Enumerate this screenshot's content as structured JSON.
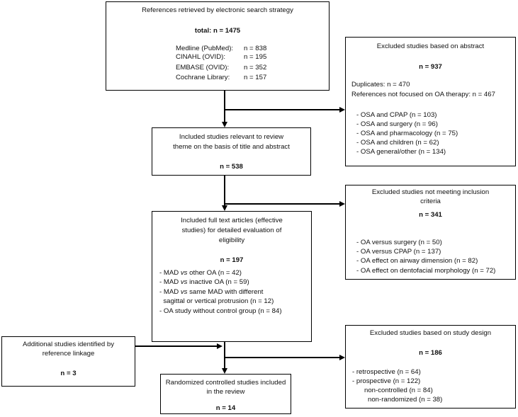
{
  "box1": {
    "title": "References retrieved by electronic search strategy",
    "total": "total: n = 1475",
    "sources": [
      {
        "name": "Medline (PubMed):",
        "n": "n = 838"
      },
      {
        "name": "CINAHL (OVID):",
        "n": "n = 195"
      },
      {
        "name": "EMBASE (OVID):",
        "n": "n = 352"
      },
      {
        "name": "Cochrane Library:",
        "n": "n = 157"
      }
    ]
  },
  "box2": {
    "line1": "Included studies relevant to review",
    "line2": "theme on the basis of title and abstract",
    "n": "n = 538"
  },
  "box3": {
    "lines": [
      "Included full text articles (effective",
      "studies) for detailed evaluation of",
      "eligibility"
    ],
    "n": "n = 197",
    "items": [
      {
        "pre": "- MAD ",
        "vs": "vs",
        "post": " other OA (n = 42)"
      },
      {
        "pre": "- MAD ",
        "vs": "vs",
        "post": " inactive OA (n = 59)"
      },
      {
        "pre": "- MAD ",
        "vs": "vs",
        "post": " same MAD with different"
      },
      {
        "pre": "  sagittal or vertical protrusion (n = 12)",
        "vs": "",
        "post": ""
      },
      {
        "pre": "- OA study without control group (n = 84)",
        "vs": "",
        "post": ""
      }
    ]
  },
  "box4": {
    "line1": "Randomized controlled studies included",
    "line2": "in the review",
    "n": "n = 14"
  },
  "add": {
    "line1": "Additional studies identified by",
    "line2": "reference linkage",
    "n": "n = 3"
  },
  "ex1": {
    "title": "Excluded studies based on abstract",
    "n": "n = 937",
    "dup": "Duplicates:  n = 470",
    "refs": "References not focused on OA therapy:  n = 467",
    "items": [
      "- OSA and CPAP (n = 103)",
      "- OSA and surgery (n = 96)",
      "- OSA and pharmacology (n = 75)",
      "- OSA and children (n = 62)",
      "- OSA general/other (n = 134)"
    ]
  },
  "ex2": {
    "line1": "Excluded studies not meeting inclusion",
    "line2": "criteria",
    "n": "n = 341",
    "items": [
      "- OA versus surgery (n = 50)",
      "- OA versus CPAP (n = 137)",
      "- OA effect on airway dimension (n = 82)",
      "- OA effect on dentofacial morphology (n = 72)"
    ]
  },
  "ex3": {
    "title": "Excluded studies based on study design",
    "n": "n = 186",
    "items": [
      "- retrospective (n = 64)",
      "- prospective (n = 122)"
    ],
    "sub": [
      "non-controlled (n = 84)",
      "non-randomized (n = 38)"
    ]
  }
}
